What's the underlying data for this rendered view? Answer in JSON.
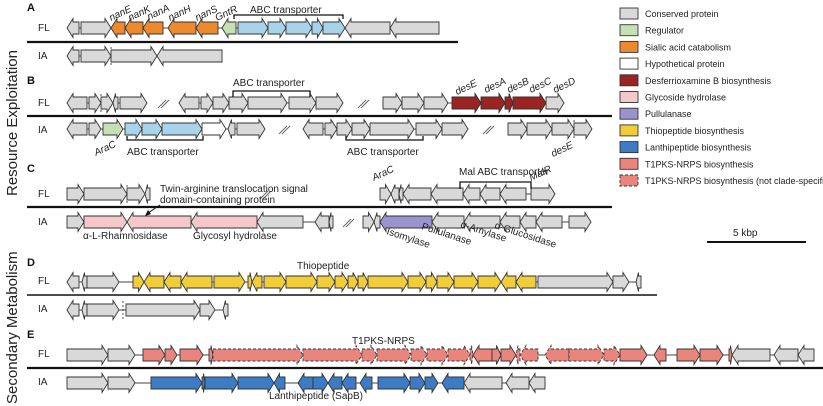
{
  "figure": {
    "section_labels": [
      "Resource Exploitation",
      "Secondary Metabolism"
    ],
    "row_labels": {
      "fl": "FL",
      "ia": "IA"
    },
    "scale_bar": {
      "label": "5 kbp"
    }
  },
  "colors": {
    "conserved": "#d9d9d9",
    "regulator": "#c5e0b4",
    "sialic": "#ee8a2e",
    "hypothetical": "#ffffff",
    "desferrioxamine": "#9b2323",
    "glycoside": "#f4c7c8",
    "pullulanase": "#9a93cc",
    "thiopeptide": "#f1cd3a",
    "lanthipeptide": "#3d7cc4",
    "t1pks": "#ea857e",
    "t1pks_nc": "#ea857e",
    "abc": "#a9d3ea"
  },
  "legend": [
    {
      "label": "Conserved protein",
      "category": "conserved"
    },
    {
      "label": "Regulator",
      "category": "regulator"
    },
    {
      "label": "Sialic acid catabolism",
      "category": "sialic"
    },
    {
      "label": "Hypothetical protein",
      "category": "hypothetical"
    },
    {
      "label": "Desferrioxamine B biosynthesis",
      "category": "desferrioxamine"
    },
    {
      "label": "Glycoside hydrolase",
      "category": "glycoside"
    },
    {
      "label": "Pullulanase",
      "category": "pullulanase"
    },
    {
      "label": "Thiopeptide biosynthesis",
      "category": "thiopeptide"
    },
    {
      "label": "Lanthipeptide biosynthesis",
      "category": "lanthipeptide"
    },
    {
      "label": "T1PKS-NRPS biosynthesis",
      "category": "t1pks"
    },
    {
      "label": "T1PKS-NRPS biosynthesis (not clade-specific)",
      "category": "t1pks_nc",
      "dashed": true
    }
  ],
  "panels": [
    {
      "letter": "A",
      "fl": {
        "genes": [
          {
            "dir": -1,
            "len": 10,
            "cat": "conserved"
          },
          {
            "dir": 1,
            "len": 30,
            "cat": "conserved"
          },
          {
            "dir": -1,
            "len": 14,
            "cat": "sialic"
          },
          {
            "dir": -1,
            "len": 18,
            "cat": "sialic"
          },
          {
            "dir": -1,
            "len": 22,
            "cat": "sialic"
          },
          {
            "gap": 4
          },
          {
            "dir": -1,
            "len": 28,
            "cat": "sialic"
          },
          {
            "dir": -1,
            "len": 20,
            "cat": "sialic"
          },
          {
            "gap": 4
          },
          {
            "dir": -1,
            "len": 14,
            "cat": "regulator"
          },
          {
            "dir": 1,
            "len": 30,
            "cat": "abc"
          },
          {
            "dir": 1,
            "len": 18,
            "cat": "abc"
          },
          {
            "dir": 1,
            "len": 26,
            "cat": "abc"
          },
          {
            "dir": 1,
            "len": 10,
            "cat": "abc"
          },
          {
            "dir": 1,
            "len": 20,
            "cat": "abc"
          },
          {
            "dir": -1,
            "len": 46,
            "cat": "conserved"
          },
          {
            "dir": -1,
            "len": 40,
            "cat": "conserved"
          }
        ],
        "labels": [
          "nanE",
          "nanK",
          "nanA",
          "nanH",
          "nanS",
          "GntR"
        ],
        "bracket": "ABC transporter"
      },
      "ia": {
        "genes": [
          {
            "dir": -1,
            "len": 10,
            "cat": "conserved"
          },
          {
            "dir": 1,
            "len": 30,
            "cat": "conserved"
          },
          {
            "dir": 1,
            "len": 46,
            "cat": "conserved"
          },
          {
            "dir": -1,
            "len": 64,
            "cat": "conserved"
          }
        ]
      }
    },
    {
      "letter": "B",
      "fl": {
        "labels": [
          "desE",
          "desA",
          "desB",
          "desC",
          "desD"
        ],
        "bracket": "ABC transporter"
      },
      "ia": {
        "labels": [
          "AraC",
          "desE"
        ],
        "brackets": [
          "ABC transporter",
          "ABC transporter"
        ]
      }
    },
    {
      "letter": "C",
      "fl": {
        "labels": [
          "AraC",
          "MalR"
        ],
        "bracket": "Mal ABC transporter"
      },
      "ia": {
        "labels": [
          "α-L-Rhamnosidase",
          "Glycosyl hydrolase",
          "Isomylase",
          "Pullulanase",
          "α-Amylase",
          "α-Glucosidase"
        ],
        "annotation": [
          "Twin-arginine translocation signal",
          "domain-containing protein"
        ]
      }
    },
    {
      "letter": "D",
      "fl": {
        "label": "Thiopeptide"
      },
      "ia": {}
    },
    {
      "letter": "E",
      "fl": {
        "label": "T1PKS-NRPS"
      },
      "ia": {
        "label": "Lanthipeptide (SapB)"
      }
    }
  ]
}
